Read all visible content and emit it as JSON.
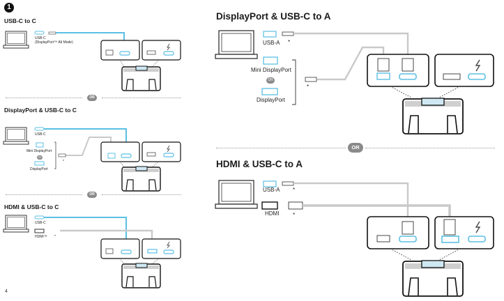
{
  "step_number": "1",
  "page_number": "4",
  "colors": {
    "accent": "#5bbfe3",
    "line": "#1a1a1a",
    "cable_gray": "#c9c9c9",
    "divider": "#9a9a9a"
  },
  "sections": {
    "usbc_to_c": {
      "title": "USB-C to C",
      "label_line1": "USB-C",
      "label_line2": "(DisplayPort™ Alt Mode)"
    },
    "dp_usbc_small": {
      "title": "DisplayPort & USB-C to C",
      "usbc_label": "USB-C",
      "minidp_label": "Mini DisplayPort",
      "or": "OR",
      "dp_label": "DisplayPort",
      "asterisk": "*"
    },
    "hdmi_usbc_small": {
      "title": "HDMI & USB-C to C",
      "usbc_label": "USB-C",
      "hdmi_label": "HDMI™",
      "asterisk": "*"
    },
    "dp_usbc_a": {
      "title": "DisplayPort & USB-C to A",
      "usba_label": "USB-A",
      "minidp_label": "Mini DisplayPort",
      "or": "OR",
      "dp_label": "DisplayPort",
      "asterisk": "*"
    },
    "hdmi_usbc_a": {
      "title": "HDMI & USB-C to A",
      "usba_label": "USB-A",
      "hdmi_label": "HDMI",
      "asterisk": "*"
    }
  },
  "or_separator": "OR",
  "icons": [
    "laptop-icon",
    "usb-c-port-icon",
    "usb-a-port-icon",
    "mini-displayport-icon",
    "displayport-icon",
    "hdmi-port-icon",
    "lightning-bolt-icon",
    "docking-station-icon",
    "cable-connector-icon"
  ]
}
